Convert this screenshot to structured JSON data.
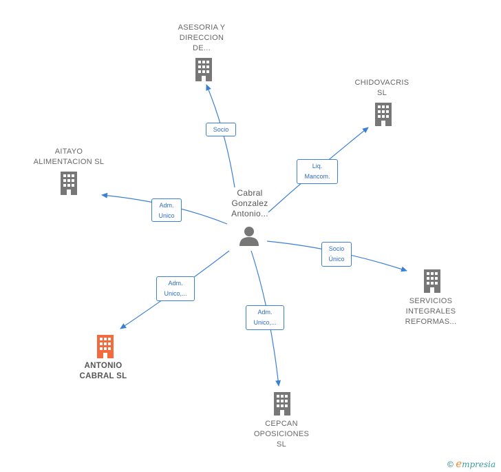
{
  "center": {
    "name": "Cabral\nGonzalez\nAntonio..."
  },
  "companies": [
    {
      "id": "asesoria",
      "name": "ASESORIA Y\nDIRECCION\nDE...",
      "relation": "Socio"
    },
    {
      "id": "chidovacris",
      "name": "CHIDOVACRIS\nSL",
      "relation": "Liq.\nMancom."
    },
    {
      "id": "aitayo",
      "name": "AITAYO\nALIMENTACION SL",
      "relation": "Adm.\nUnico"
    },
    {
      "id": "servicios",
      "name": "SERVICIOS\nINTEGRALES\nREFORMAS...",
      "relation": "Socio\nÚnico"
    },
    {
      "id": "antonio",
      "name": "ANTONIO\nCABRAL  SL",
      "relation": "Adm.\nUnico,..."
    },
    {
      "id": "cepcan",
      "name": "CEPCAN\nOPOSICIONES\nSL",
      "relation": "Adm.\nUnico,..."
    }
  ],
  "colors": {
    "edge": "#3b7fd6",
    "building": "#777777",
    "building_highlight": "#f26a3d",
    "person": "#777777"
  },
  "footer": {
    "copyright": "©",
    "brand_first": "e",
    "brand_rest": "mpresia"
  }
}
